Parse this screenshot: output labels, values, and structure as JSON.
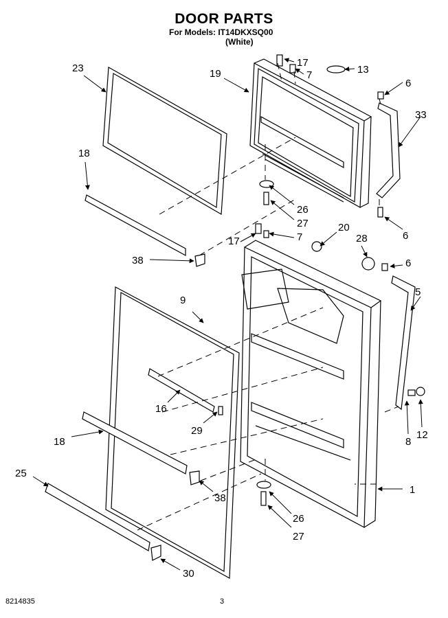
{
  "header": {
    "title": "DOOR PARTS",
    "models_line": "For Models: IT14DKXSQ00",
    "color_line": "(White)"
  },
  "callouts": [
    "23",
    "19",
    "17",
    "7",
    "13",
    "6",
    "33",
    "18",
    "26",
    "27",
    "17",
    "7",
    "20",
    "28",
    "6",
    "38",
    "9",
    "5",
    "16",
    "29",
    "8",
    "12",
    "18",
    "25",
    "38",
    "1",
    "26",
    "27",
    "30",
    "6"
  ],
  "footer": {
    "doc_number": "8214835",
    "page_number": "3"
  }
}
